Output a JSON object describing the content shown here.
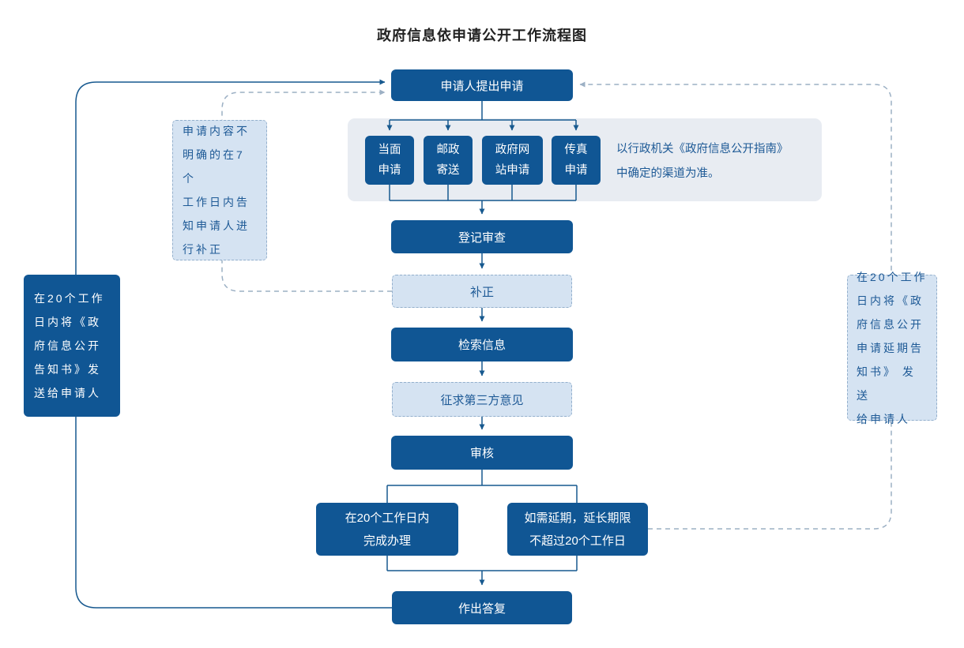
{
  "title": "政府信息依申请公开工作流程图",
  "flow": {
    "apply": "申请人提出申请",
    "channels": [
      "当面申请",
      "邮政寄送",
      "政府网站申请",
      "传真申请"
    ],
    "channel_note": "以行政机关《政府信息公开指南》\n中确定的渠道为准。",
    "register": "登记审查",
    "correction": "补正",
    "retrieve": "检索信息",
    "third_party": "征求第三方意见",
    "review": "审核",
    "complete": "在20个工作日内\n完成办理",
    "extend": "如需延期，延长期限\n不超过20个工作日",
    "reply": "作出答复"
  },
  "annotations": {
    "notice_sent": "在20个工作\n日内将《政\n府信息公开\n告知书》发\n送给申请人",
    "correction_notice": "申请内容不\n明确的在7个\n工作日内告\n知申请人进\n行补正",
    "extension_notice": "在20个工作\n日内将《政\n府信息公开\n申请延期告\n知书》 发送\n给申请人"
  },
  "colors": {
    "node_fill": "#105694",
    "solid_line": "#17598f",
    "dashed_line": "#9cb0c4",
    "light_fill": "#d5e3f2",
    "light_border": "#93afcc",
    "group_fill": "#e8ecf2",
    "note_text": "#1e5a96",
    "title_text": "#222222"
  }
}
